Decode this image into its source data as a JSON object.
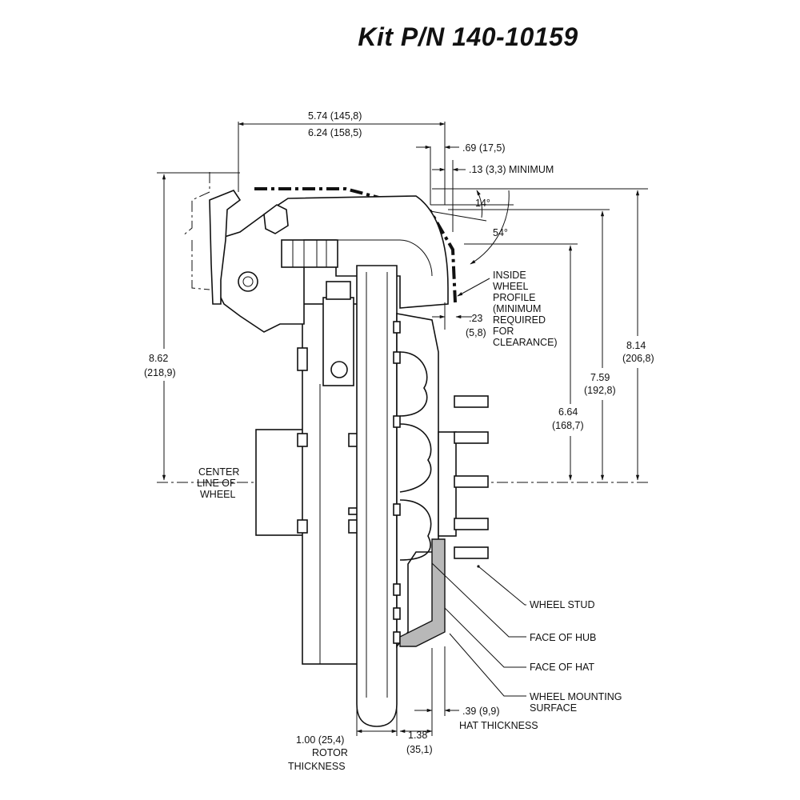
{
  "title": "Kit P/N 140-10159",
  "dimensions": {
    "top_width_1": "5.74 (145,8)",
    "top_width_2": "6.24 (158,5)",
    "gap_a": ".69 (17,5)",
    "gap_b": ".13 (3,3) MINIMUM",
    "angle_1": "14°",
    "angle_2": "54°",
    "clear_1": ".23",
    "clear_2": "(5,8)",
    "height_a_1": "8.62",
    "height_a_2": "(218,9)",
    "height_b_1": "8.14",
    "height_b_2": "(206,8)",
    "height_c_1": "7.59",
    "height_c_2": "(192,8)",
    "height_d_1": "6.64",
    "height_d_2": "(168,7)",
    "rotor_1": "1.00 (25,4)",
    "rotor_2": "ROTOR",
    "rotor_3": "THICKNESS",
    "hub_1": "1.38",
    "hub_2": "(35,1)",
    "hat_1": ".39 (9,9)",
    "hat_2": "HAT THICKNESS"
  },
  "labels": {
    "inside_profile": [
      "INSIDE",
      "WHEEL",
      "PROFILE",
      "(MINIMUM",
      "REQUIRED",
      "FOR",
      "CLEARANCE)"
    ],
    "centerline": [
      "CENTER",
      "LINE OF",
      "WHEEL"
    ],
    "wheel_stud": "WHEEL STUD",
    "face_hub": "FACE OF HUB",
    "face_hat": "FACE OF HAT",
    "mounting": [
      "WHEEL MOUNTING",
      "SURFACE"
    ]
  }
}
